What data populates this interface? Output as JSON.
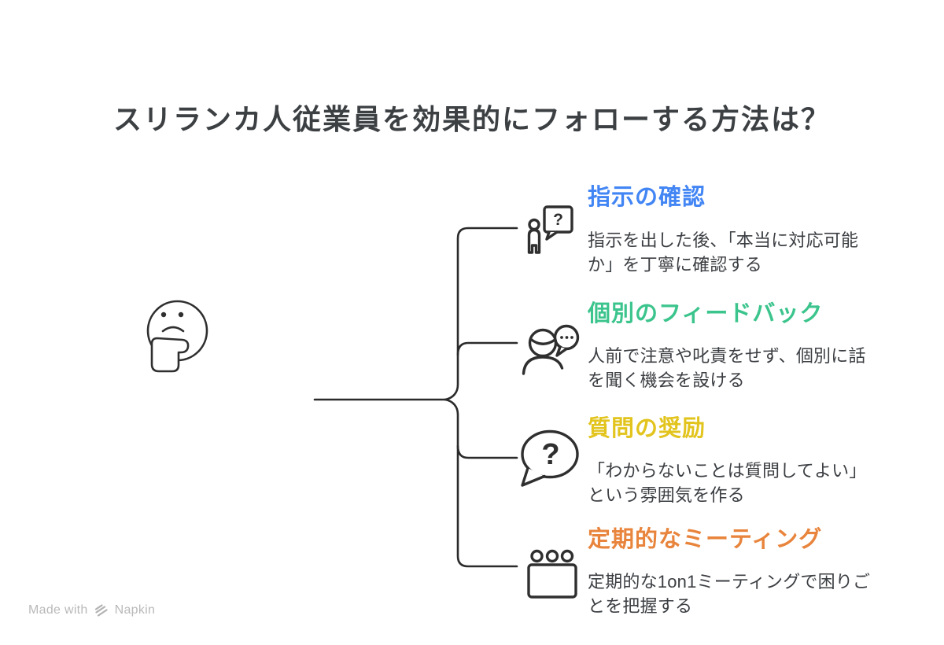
{
  "title": "スリランカ人従業員を効果的にフォローする方法は？",
  "center_icon": "thinking-face-icon",
  "items": [
    {
      "title": "指示の確認",
      "description": "指示を出した後、「本当に対応可能\nか」を丁寧に確認する",
      "color": "#4285F4",
      "icon": "person-question-bubble-icon"
    },
    {
      "title": "個別のフィードバック",
      "description": "人前で注意や叱責をせず、個別に話\nを聞く機会を設ける",
      "color": "#3CC48D",
      "icon": "person-chat-bubble-icon"
    },
    {
      "title": "質問の奨励",
      "description": "「わからないことは質問してよい」\nという雰囲気を作る",
      "color": "#E2C41D",
      "icon": "question-bubble-icon"
    },
    {
      "title": "定期的なミーティング",
      "description": "定期的な1on1ミーティングで困りご\nとを把握する",
      "color": "#E8843C",
      "icon": "meeting-board-icon"
    }
  ],
  "icon_glyphs": {
    "question_mark": "?"
  },
  "footer": {
    "made_with": "Made with",
    "brand": "Napkin"
  },
  "colors": {
    "title_text": "#3C4043",
    "body_text": "#3B3E42",
    "line": "#2B2B2B",
    "icon_stroke": "#2F2F2F",
    "footer_text": "#B9B9B9",
    "blue": "#4285F4",
    "green": "#3CC48D",
    "yellow": "#E2C41D",
    "orange": "#E8843C"
  }
}
